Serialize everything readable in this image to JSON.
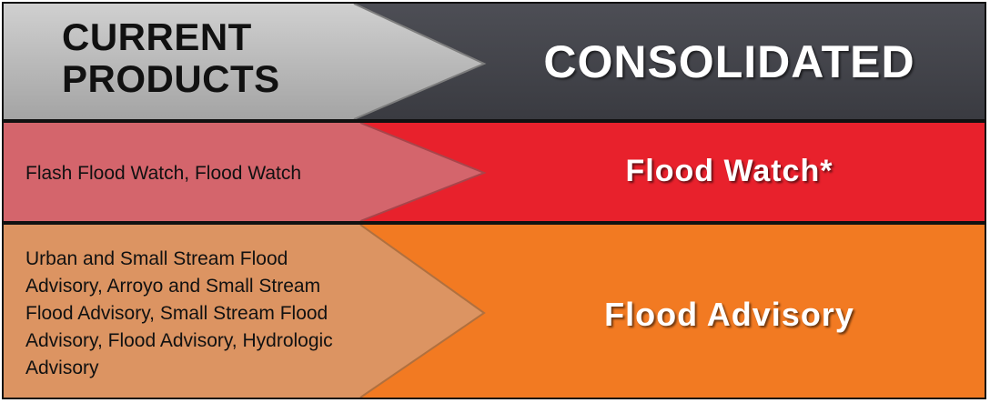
{
  "header": {
    "left_line1": "CURRENT",
    "left_line2": "PRODUCTS",
    "right": "CONSOLIDATED"
  },
  "rows": [
    {
      "current": "Flash Flood Watch, Flood Watch",
      "consolidated": "Flood Watch*",
      "colors": {
        "arrow": "#d4656c",
        "band": "#e8212c"
      }
    },
    {
      "current_lines": [
        "Urban and Small Stream Flood",
        "Advisory, Arroyo and Small Stream",
        "Flood Advisory, Small Stream Flood",
        "Advisory, Flood Advisory, Hydrologic",
        "Advisory"
      ],
      "consolidated": "Flood Advisory",
      "colors": {
        "arrow": "#dc9462",
        "band": "#f27a22"
      }
    }
  ],
  "colors": {
    "header_arrow": "#b3b3b3",
    "header_band": "#44454b"
  }
}
